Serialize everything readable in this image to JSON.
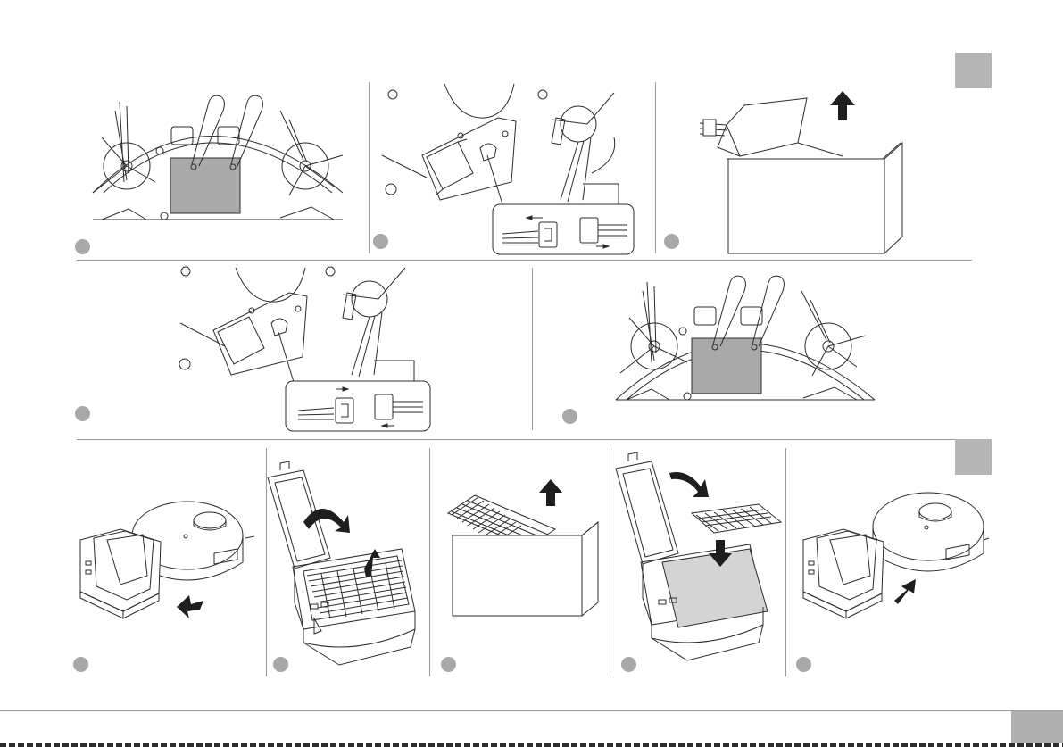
{
  "page": {
    "title": "",
    "page_number": "",
    "colors": {
      "line_art": "#2b2b2b",
      "highlight_fill": "#a9a9a9",
      "step_badge": "#a8a8a8",
      "section_tab": "#b5b5b5",
      "divider": "#9a9a9a"
    }
  },
  "sections": [
    {
      "id": "battery-replacement",
      "tab_icon": "section-marker",
      "steps": [
        {
          "illustration": "unscrew-battery-cover-icon",
          "badge_label": ""
        },
        {
          "illustration": "disconnect-battery-connector-icon",
          "badge_label": ""
        },
        {
          "illustration": "lift-battery-out-of-box-icon",
          "badge_label": ""
        },
        {
          "illustration": "reconnect-battery-connector-icon",
          "badge_label": ""
        },
        {
          "illustration": "screw-battery-cover-icon",
          "badge_label": ""
        }
      ]
    },
    {
      "id": "dustbin-filter-replacement",
      "tab_icon": "section-marker",
      "steps": [
        {
          "illustration": "remove-dustbin-icon",
          "badge_label": ""
        },
        {
          "illustration": "open-dustbin-lid-icon",
          "badge_label": ""
        },
        {
          "illustration": "lift-filter-out-of-box-icon",
          "badge_label": ""
        },
        {
          "illustration": "insert-new-filter-icon",
          "badge_label": ""
        },
        {
          "illustration": "reinsert-dustbin-icon",
          "badge_label": ""
        }
      ]
    }
  ]
}
